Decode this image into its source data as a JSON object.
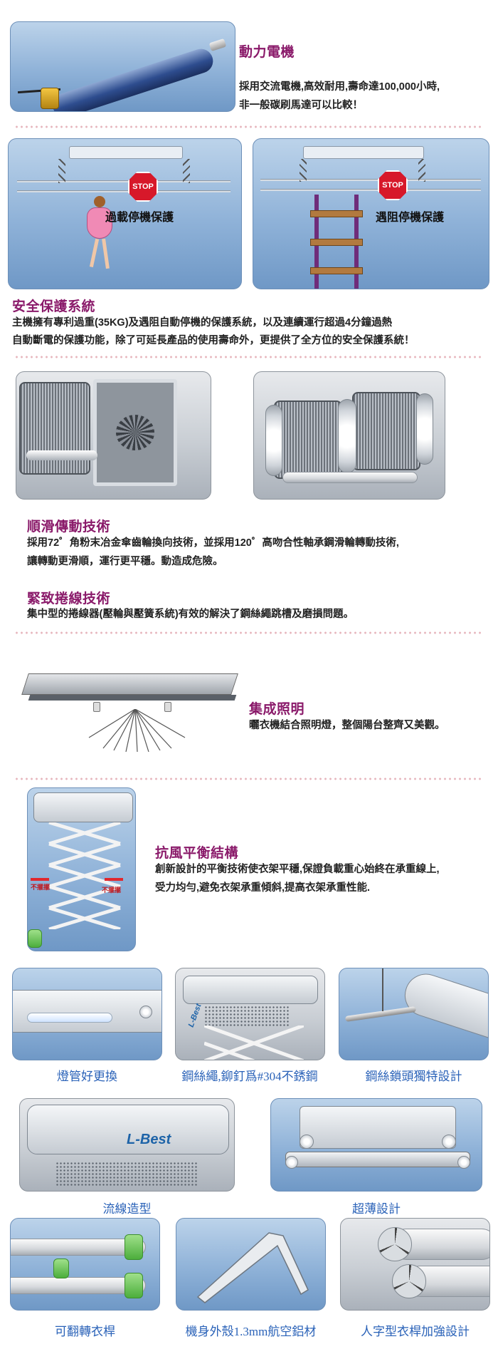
{
  "motor": {
    "title": "動力電機",
    "text_line1": "採用交流電機,高效耐用,壽命達100,000小時,",
    "text_line2": "非一般碳刷馬達可以比較！"
  },
  "safety_images": {
    "stop_label": "STOP",
    "left_caption": "過載停機保護",
    "right_caption": "遇阻停機保護"
  },
  "safety": {
    "title": "安全保護系統",
    "text_line1": "主機擁有專利過重(35KG)及遇阻自動停機的保護系統，以及連續運行超過4分鐘過熱",
    "text_line2": "自動斷電的保護功能，除了可延長產品的使用壽命外，更提供了全方位的安全保護系統！"
  },
  "transmission": {
    "title": "順滑傳動技術",
    "text_line1": "採用72゜角粉末冶金傘齒輪換向技術，並採用120゜高吻合性軸承鋼滑輪轉動技術,",
    "text_line2": "讓轉動更滑順，運行更平穩。動造成危險。"
  },
  "winding": {
    "title": "緊致捲線技術",
    "text_line1": "集中型的捲線器(壓輪與壓簧系統)有效的解決了鋼絲繩跳槽及磨損問題。"
  },
  "lighting": {
    "title": "集成照明",
    "text_line1": "曬衣機結合照明燈，整個陽台整齊又美觀。"
  },
  "balance": {
    "title": "抗風平衡結構",
    "text_line1": "創新設計的平衡技術使衣架平穩,保證負載重心始終在承重線上,",
    "text_line2": "受力均勻,避免衣架承重傾斜,提高衣架承重性能.",
    "arrow_label_left": "不擺擺",
    "arrow_label_right": "不擺擺"
  },
  "features": {
    "row1": [
      "燈管好更換",
      "鋼絲繩,鉚釘爲#304不銹鋼",
      "鋼絲鎖頭獨特設計"
    ],
    "row2": [
      "流線造型",
      "超薄設計"
    ],
    "row3": [
      "可翻轉衣桿",
      "機身外殼1.3mm航空鋁材",
      "人字型衣桿加強設計"
    ],
    "brand_logo": "L-Best"
  },
  "colors": {
    "heading": "#8a1a6a",
    "caption_blue": "#2a62b8",
    "photo_blue": "#8fb2d8",
    "stop_red": "#d7182a"
  }
}
